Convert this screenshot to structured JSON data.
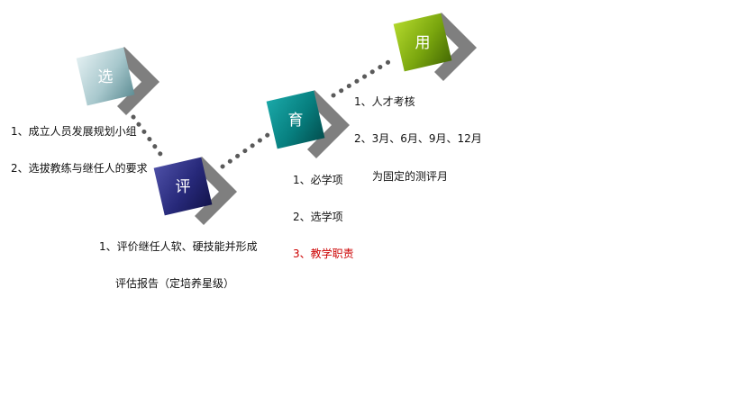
{
  "stages": [
    {
      "label": "选",
      "colors": {
        "light": "#e2eff1",
        "mid": "#a8c8cd",
        "dark": "#5f8e95"
      },
      "items": [
        "1、成立人员发展规划小组",
        "2、选拔教练与继任人的要求"
      ]
    },
    {
      "label": "评",
      "colors": {
        "light": "#4d4fa6",
        "mid": "#27297a",
        "dark": "#13144c"
      },
      "items": [
        "1、评价继任人软、硬技能并形成",
        "评估报告（定培养星级）"
      ]
    },
    {
      "label": "育",
      "colors": {
        "light": "#1aa8a8",
        "mid": "#077f7f",
        "dark": "#034f4f"
      },
      "items": [
        "1、必学项",
        "2、选学项",
        "3、教学职责"
      ]
    },
    {
      "label": "用",
      "colors": {
        "light": "#b2d82c",
        "mid": "#7aa60e",
        "dark": "#456a04"
      },
      "items": [
        "1、人才考核",
        "2、3月、6月、9月、12月",
        "为固定的测评月"
      ]
    }
  ],
  "accent_color": "#cc0000",
  "shadow_color": "#7f7f7f",
  "dot_color": "#5a5a5a"
}
